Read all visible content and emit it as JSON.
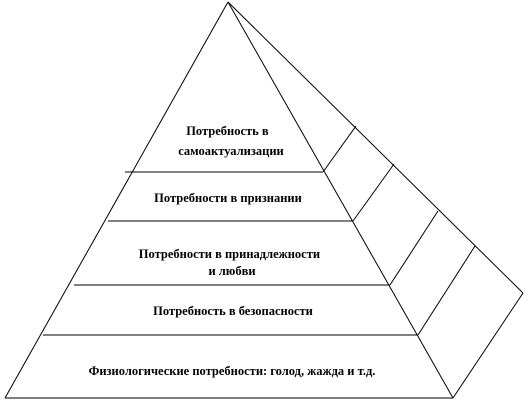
{
  "diagram": {
    "type": "pyramid",
    "levels": [
      {
        "label_lines": [
          "Потребность в",
          "самоактуализации"
        ]
      },
      {
        "label_lines": [
          "Потребности в признании"
        ]
      },
      {
        "label_lines": [
          "Потребности в принадлежности",
          "и любви"
        ]
      },
      {
        "label_lines": [
          "Потребность в безопасности"
        ]
      },
      {
        "label_lines": [
          "Физиологические потребности: голод, жажда и т.д."
        ]
      }
    ],
    "colors": {
      "stroke": "#000000",
      "background": "#ffffff",
      "text": "#000000"
    }
  }
}
